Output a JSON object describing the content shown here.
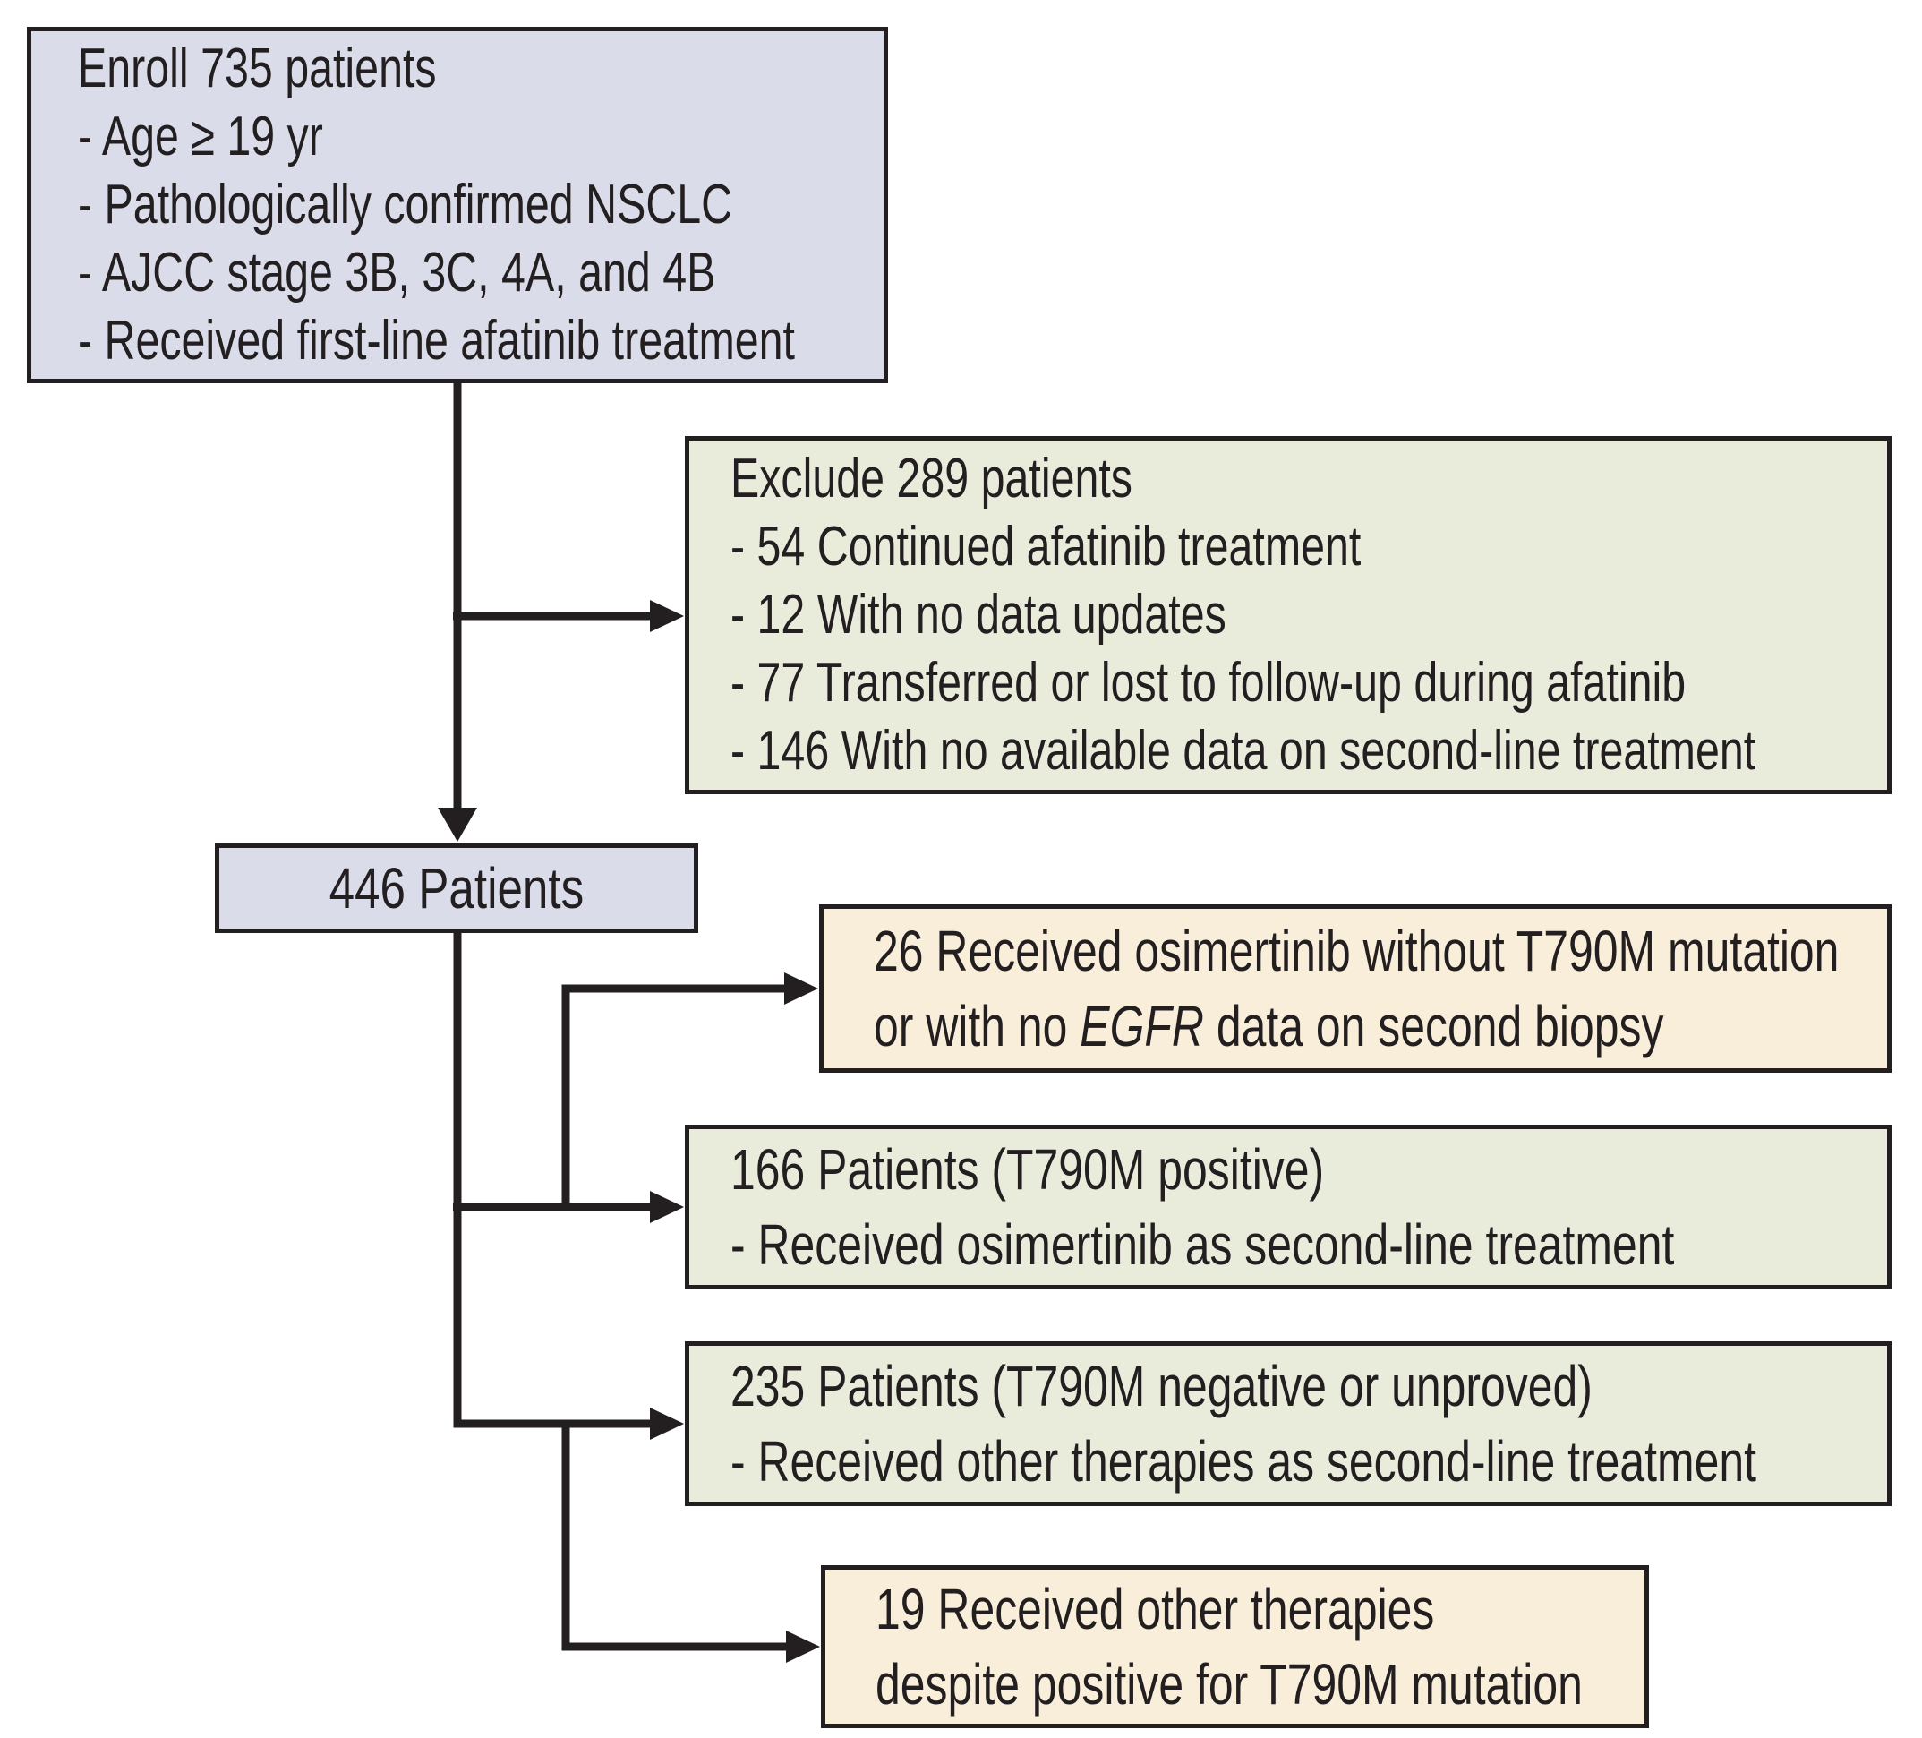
{
  "diagram": {
    "colors": {
      "box_lavender": "#dbdcea",
      "box_green": "#e9ecdb",
      "box_cream": "#f9eed9",
      "line_black": "#231f20"
    },
    "boxes": {
      "enroll": {
        "lines": [
          "Enroll 735 patients",
          "- Age ≥ 19 yr",
          "- Pathologically confirmed NSCLC",
          "- AJCC stage 3B, 3C, 4A, and 4B",
          "- Received first-line afatinib treatment"
        ]
      },
      "exclude": {
        "lines": [
          "Exclude 289 patients",
          "- 54 Continued afatinib treatment",
          "- 12 With no data updates",
          "- 77 Transferred or lost to follow-up during afatinib",
          "- 146 With no available data on second-line treatment"
        ]
      },
      "patients446": {
        "label": "446 Patients"
      },
      "osimertinib_no_t790m": {
        "line1": "26 Received osimertinib without T790M mutation",
        "line2_pre": "or with no ",
        "line2_gene": "EGFR",
        "line2_post": " data on second biopsy"
      },
      "t790m_positive": {
        "lines": [
          "166 Patients (T790M positive)",
          "- Received osimertinib as second-line treatment"
        ]
      },
      "t790m_negative": {
        "lines": [
          "235 Patients (T790M negative or unproved)",
          "- Received other therapies as second-line treatment"
        ]
      },
      "other_despite_positive": {
        "lines": [
          "19 Received other therapies",
          "despite positive for T790M mutation"
        ]
      }
    }
  }
}
